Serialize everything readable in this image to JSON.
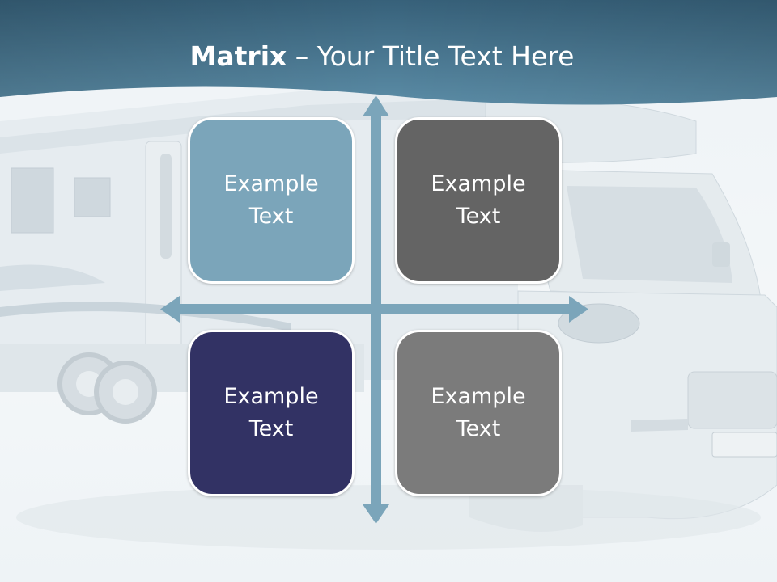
{
  "slide": {
    "title_bold": "Matrix",
    "title_rest": " – Your Title Text Here",
    "boxes": [
      {
        "label": "Example\nText",
        "color": "#7ba5ba"
      },
      {
        "label": "Example\nText",
        "color": "#646464"
      },
      {
        "label": "Example\nText",
        "color": "#323264"
      },
      {
        "label": "Example\nText",
        "color": "#7b7b7b"
      }
    ],
    "background_image": "faded white motorhome / camper van",
    "arrow_color": "#7ba5ba",
    "header_color": "#4e7e98"
  }
}
